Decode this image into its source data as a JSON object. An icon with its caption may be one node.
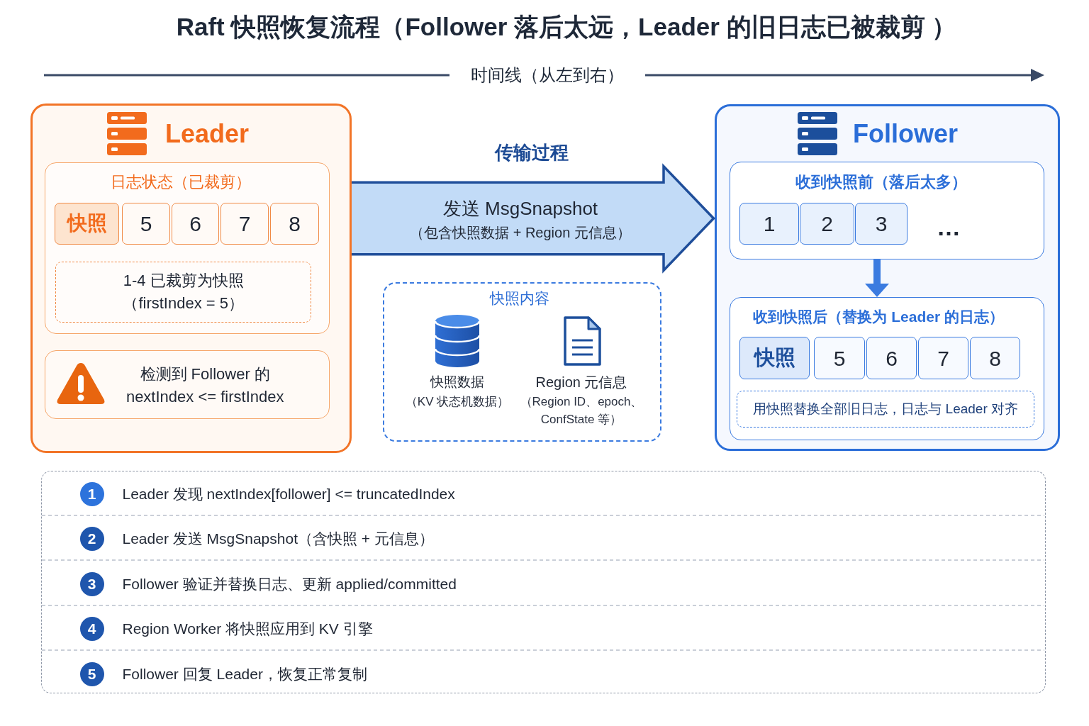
{
  "diagram": {
    "title": "Raft 快照恢复流程（Follower 落后太远，Leader 的旧日志已被裁剪 ）",
    "nodes": [
      {
        "text": [
          "Leader"
        ]
      },
      {
        "text": [
          "日志状态（已裁剪）"
        ],
        "in": 0
      },
      {
        "text": [
          "快照"
        ],
        "in": 1
      },
      {
        "text": [
          "5"
        ],
        "in": 1
      },
      {
        "text": [
          "6"
        ],
        "in": 1
      },
      {
        "text": [
          "7"
        ],
        "in": 1
      },
      {
        "text": [
          "8"
        ],
        "in": 1
      },
      {
        "text": [
          "1-4 已裁剪为快照（firstIndex = 5）"
        ],
        "in": 1
      },
      {
        "text": [
          "检测到 Follower 的 nextIndex <= firstIndex"
        ],
        "in": 0
      },
      {
        "text": [
          "快照内容"
        ]
      },
      {
        "text": [
          "Follower"
        ]
      },
      {
        "text": [
          "收到快照前（落后太多）"
        ],
        "in": 10
      },
      {
        "text": [
          "1"
        ],
        "in": 11
      },
      {
        "text": [
          "2"
        ],
        "in": 11
      },
      {
        "text": [
          "3"
        ],
        "in": 11
      },
      {
        "text": [
          "收到快照后（替换为 Leader 的日志）"
        ],
        "in": 10
      },
      {
        "text": [
          "快照"
        ],
        "in": 15
      },
      {
        "text": [
          "5"
        ],
        "in": 15
      },
      {
        "text": [
          "6"
        ],
        "in": 15
      },
      {
        "text": [
          "7"
        ],
        "in": 15
      },
      {
        "text": [
          "8"
        ],
        "in": 15
      },
      {
        "text": [
          "用快照替换全部旧日志，日志与 Leader 对齐"
        ],
        "in": 15
      },
      {
        "text": [],
        "shape": "box"
      },
      {
        "text": [
          "1"
        ],
        "in": 22,
        "beside": [
          "Leader 发现 nextIndex[follower] <= truncatedIndex"
        ]
      },
      {
        "text": [
          "2"
        ],
        "in": 22,
        "beside": [
          "Leader 发送 MsgSnapshot（含快照 + 元信息）"
        ]
      },
      {
        "text": [
          "3"
        ],
        "in": 22,
        "beside": [
          "Follower 验证并替换日志、更新 applied/committed"
        ]
      },
      {
        "text": [
          "4"
        ],
        "in": 22,
        "beside": [
          "Region Worker 将快照应用到 KV 引擎"
        ]
      },
      {
        "text": [
          "5"
        ],
        "in": 22,
        "beside": [
          "Follower 回复 Leader，恢复正常复制"
        ]
      }
    ],
    "edges": [
      {
        "from": 0,
        "to": 10,
        "arrow": "to",
        "label": "发送 MsgSnapshot（包含快照数据 + Region 元信息）",
        "style": "thick"
      },
      {
        "from": 11,
        "to": 15,
        "arrow": "to"
      }
    ],
    "labels": [
      "时间线（从左到右）",
      "传输过程",
      "…",
      "快照数据",
      "（KV 状态机数据）",
      "Region 元信息",
      "（Region ID、epoch、ConfState 等）"
    ]
  }
}
